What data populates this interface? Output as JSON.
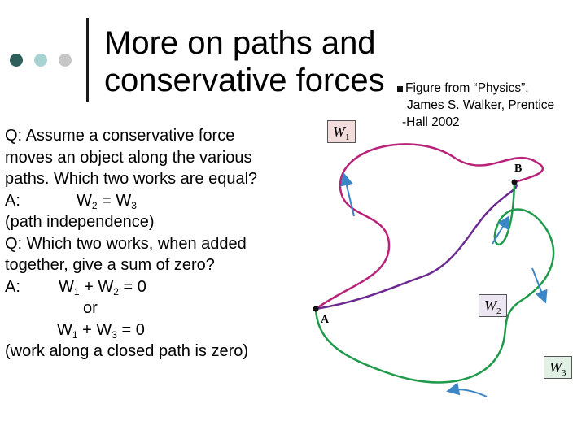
{
  "title": {
    "line1": "More on paths and",
    "line2": "conservative forces"
  },
  "credit": {
    "line1": "Figure from “Physics”,",
    "line2": "James S. Walker, Prentice",
    "line3": "-Hall 2002"
  },
  "qa": {
    "q1_line1": "Q: Assume a conservative force",
    "q1_line2": "moves an object along the various",
    "q1_line3": "paths. Which two works are equal?",
    "a1_prefix": "A:",
    "a1_w": "W",
    "a1_sub1": "2",
    "a1_eq": " = W",
    "a1_sub2": "3",
    "a1_note": "(path independence)",
    "q2_line1": "Q: Which two works, when added",
    "q2_line2": "together, give a sum of zero?",
    "a2_prefix": "A:",
    "a2_w1": "W",
    "a2_sub1": "1",
    "a2_plus": " + W",
    "a2_sub2": "2",
    "a2_eq": " = 0",
    "a2_or": "or",
    "a2b_w1": "W",
    "a2b_sub1": "1",
    "a2b_plus": " + W",
    "a2b_sub2": "3",
    "a2b_eq": " = 0",
    "a2_note": "(work along a closed path is zero)"
  },
  "diagram": {
    "w1_label": "W",
    "w1_sub": "1",
    "w2_label": "W",
    "w2_sub": "2",
    "w3_label": "W",
    "w3_sub": "3",
    "point_a": "A",
    "point_b": "B"
  },
  "colors": {
    "dot1": "#2e5f5a",
    "dot2": "#a9d3d3",
    "dot3": "#c6c6c6",
    "path_w1": "#b8237a",
    "path_w2": "#6b2a8f",
    "path_w3": "#1f9a4a",
    "arrow": "#3b86c6",
    "w1_box": "#f2dcdc",
    "w2_box": "#ece6f2",
    "w3_box": "#e0f1e4"
  }
}
